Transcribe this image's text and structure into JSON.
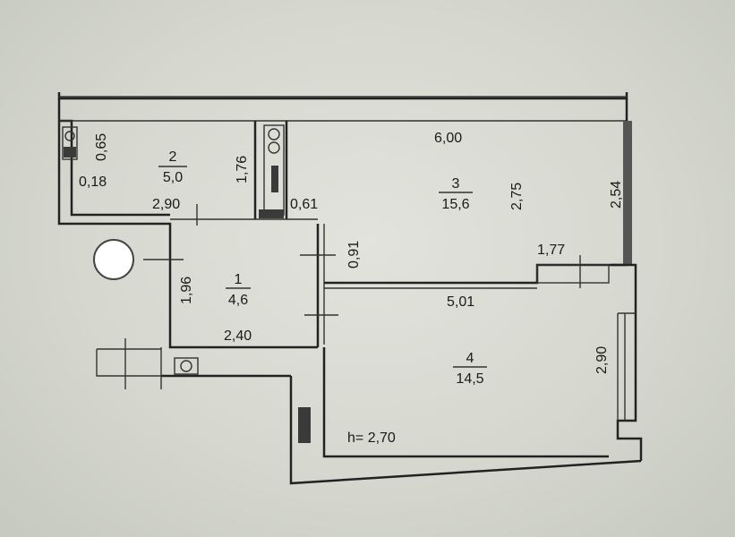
{
  "plan": {
    "ceiling_height": "h= 2,70",
    "rooms": [
      {
        "number": "1",
        "area": "4,6"
      },
      {
        "number": "2",
        "area": "5,0"
      },
      {
        "number": "3",
        "area": "15,6"
      },
      {
        "number": "4",
        "area": "14,5"
      }
    ],
    "dimensions": [
      "6,00",
      "0,65",
      "0,18",
      "2,90",
      "1,76",
      "0,61",
      "2,75",
      "2,54",
      "0,91",
      "1,77",
      "1,96",
      "5,01",
      "2,40",
      "2,90"
    ]
  }
}
